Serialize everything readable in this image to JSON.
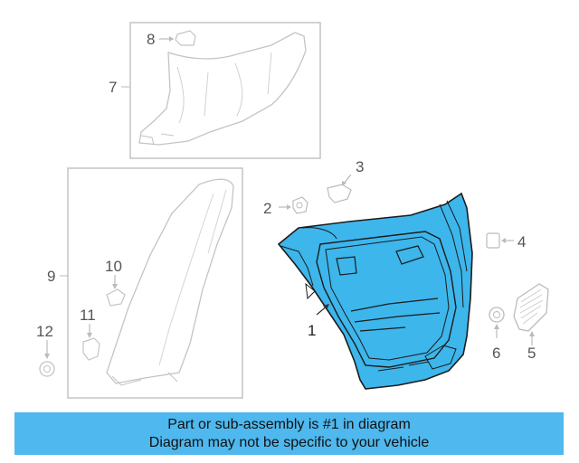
{
  "callouts": {
    "c1": "1",
    "c2": "2",
    "c3": "3",
    "c4": "4",
    "c5": "5",
    "c6": "6",
    "c7": "7",
    "c8": "8",
    "c9": "9",
    "c10": "10",
    "c11": "11",
    "c12": "12"
  },
  "banner": {
    "line1": "Part or sub-assembly is #1 in diagram",
    "line2": "Diagram may not be specific to your vehicle"
  },
  "colors": {
    "highlight": "#3db6ec",
    "banner": "#4fb8ee",
    "outline": "#c4c4c4",
    "dark_outline": "#1b1b1b"
  }
}
